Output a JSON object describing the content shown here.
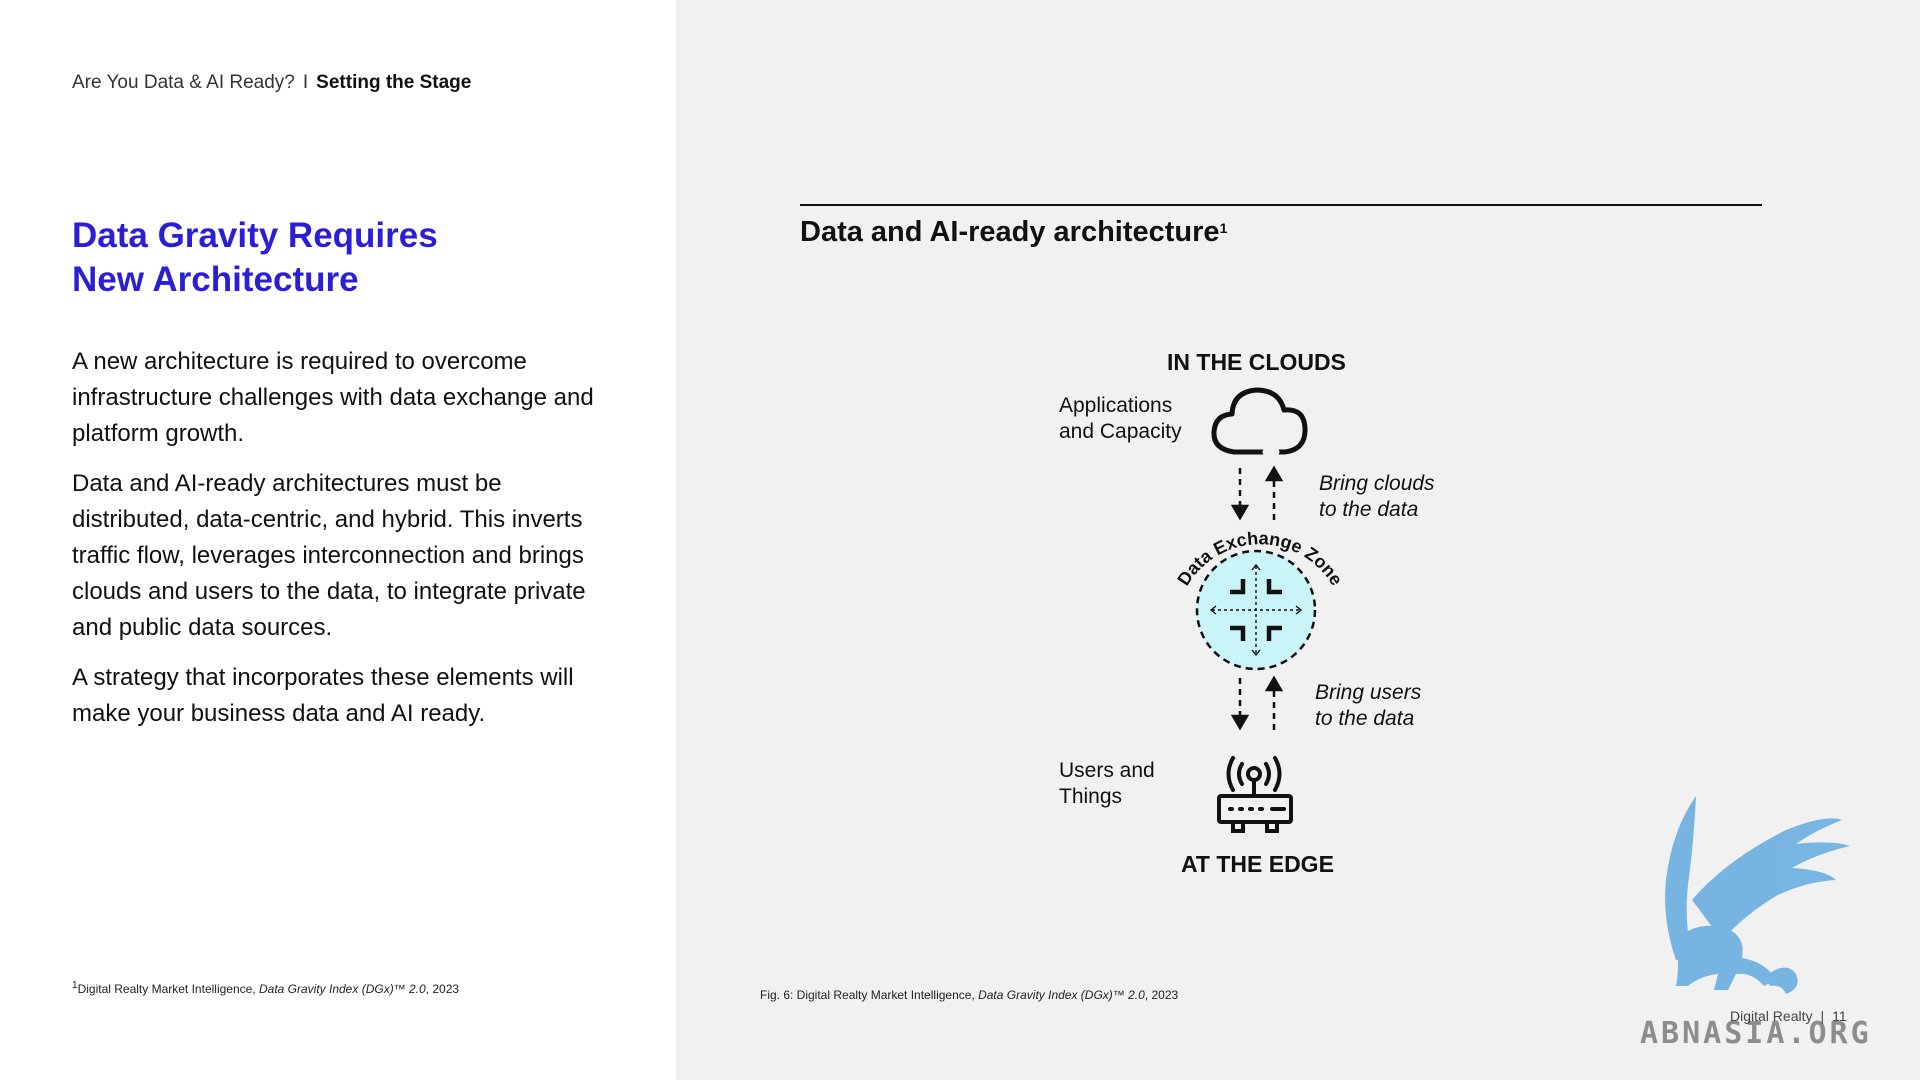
{
  "header": {
    "breadcrumb_section": "Are You Data & AI Ready?",
    "breadcrumb_separator": "I",
    "breadcrumb_page": "Setting the Stage"
  },
  "main": {
    "title_line1": "Data Gravity Requires",
    "title_line2": "New Architecture",
    "paragraphs": [
      "A new architecture is required to overcome infrastructure challenges with data exchange and platform growth.",
      "Data and AI-ready architectures must be distributed, data-centric, and hybrid. This inverts traffic flow, leverages interconnection and brings clouds and users to the data, to integrate private and public data sources.",
      "A strategy that incorporates these elements will make your business data and AI ready."
    ],
    "footnote_marker": "1",
    "footnote_prefix": "Digital Realty Market Intelligence, ",
    "footnote_title": "Data Gravity Index (DGx)™ 2.0",
    "footnote_suffix": ", 2023"
  },
  "figure": {
    "title": "Data and AI-ready architecture",
    "title_sup": "1",
    "clouds_heading": "IN THE CLOUDS",
    "apps_line1": "Applications",
    "apps_line2": "and Capacity",
    "bring_clouds_line1": "Bring clouds",
    "bring_clouds_line2": "to the data",
    "zone_label": "Data Exchange Zone",
    "bring_users_line1": "Bring users",
    "bring_users_line2": "to the data",
    "users_line1": "Users and",
    "users_line2": "Things",
    "edge_heading": "AT THE EDGE",
    "caption_prefix": "Fig. 6: Digital Realty Market Intelligence, ",
    "caption_title": "Data Gravity Index (DGx)™ 2.0",
    "caption_suffix": ", 2023",
    "colors": {
      "zone_fill": "#c9f5f8",
      "stroke": "#111111"
    },
    "icons": [
      "cloud-icon",
      "data-exchange-zone-icon",
      "router-icon"
    ]
  },
  "footer": {
    "brand": "Digital Realty",
    "separator": "|",
    "page_number": "11"
  },
  "watermark": {
    "text": "ABNASIA.ORG",
    "icon": "griffin-logo-icon",
    "color": "#6aaee0"
  },
  "colors": {
    "title_blue": "#2a1ed6",
    "right_panel_bg": "#f1f1f1"
  }
}
